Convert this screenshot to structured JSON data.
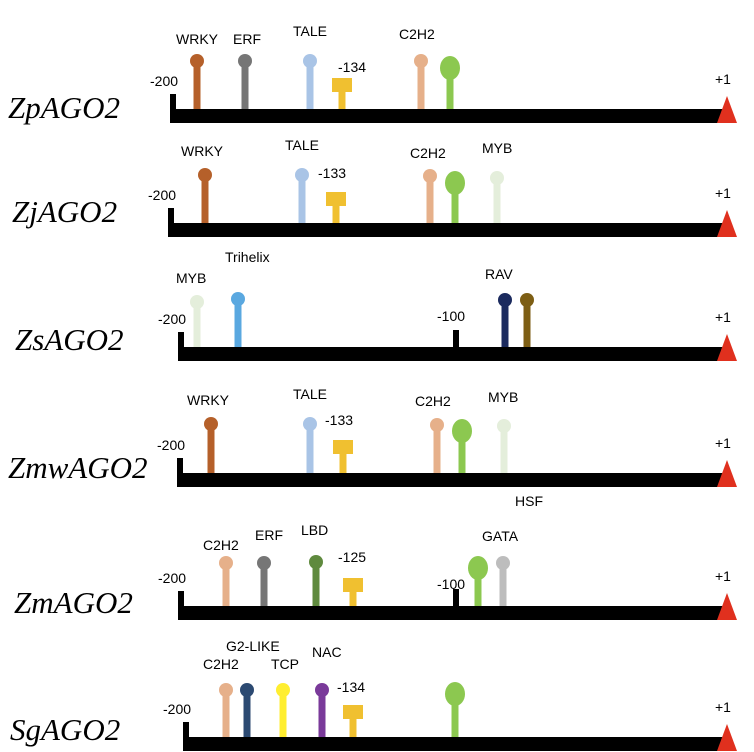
{
  "colors": {
    "WRKY": "#b5602a",
    "ERF": "#767676",
    "TALE": "#a9c4e6",
    "C2H2": "#e6b08a",
    "C2H2_alt": "#8cc850",
    "MYB": "#e4eedb",
    "Trihelix": "#5aa8e0",
    "RAV_dark": "#1b2a5e",
    "RAV_brown": "#7d5e14",
    "LBD": "#5f8a3e",
    "GATA_green": "#8cc850",
    "GATA_grey": "#bdbdbd",
    "G2LIKE": "#2c4a72",
    "TCP": "#ffee30",
    "NAC": "#7a3a9a",
    "tata_box": "#f0c030",
    "tss_marker": "#e0301e",
    "baseline": "#000000"
  },
  "tracks": [
    {
      "gene": "ZpAGO2",
      "left_mark": "-200",
      "tss_label": "+1",
      "elements": [
        {
          "type": "pin",
          "label": "WRKY",
          "color": "WRKY"
        },
        {
          "type": "pin",
          "label": "ERF",
          "color": "ERF"
        },
        {
          "type": "pin",
          "label": "TALE",
          "color": "TALE"
        },
        {
          "type": "tbox",
          "label": "-134"
        },
        {
          "type": "pin",
          "label": "C2H2",
          "color": "C2H2"
        },
        {
          "type": "pin",
          "label": "",
          "color": "C2H2_alt"
        }
      ]
    },
    {
      "gene": "ZjAGO2",
      "left_mark": "-200",
      "tss_label": "+1",
      "elements": [
        {
          "type": "pin",
          "label": "WRKY",
          "color": "WRKY"
        },
        {
          "type": "pin",
          "label": "TALE",
          "color": "TALE"
        },
        {
          "type": "tbox",
          "label": "-133"
        },
        {
          "type": "pin",
          "label": "C2H2",
          "color": "C2H2"
        },
        {
          "type": "pin",
          "label": "",
          "color": "C2H2_alt"
        },
        {
          "type": "pin",
          "label": "MYB",
          "color": "MYB"
        }
      ]
    },
    {
      "gene": "ZsAGO2",
      "left_mark": "-200",
      "mid_mark": "-100",
      "tss_label": "+1",
      "elements": [
        {
          "type": "pin",
          "label": "MYB",
          "color": "MYB"
        },
        {
          "type": "pin",
          "label": "Trihelix",
          "color": "Trihelix"
        },
        {
          "type": "pin",
          "label": "RAV",
          "color": "RAV_dark"
        },
        {
          "type": "pin",
          "label": "",
          "color": "RAV_brown"
        }
      ]
    },
    {
      "gene": "ZmwAGO2",
      "left_mark": "-200",
      "tss_label": "+1",
      "extra_label": "HSF",
      "elements": [
        {
          "type": "pin",
          "label": "WRKY",
          "color": "WRKY"
        },
        {
          "type": "pin",
          "label": "TALE",
          "color": "TALE"
        },
        {
          "type": "tbox",
          "label": "-133"
        },
        {
          "type": "pin",
          "label": "C2H2",
          "color": "C2H2"
        },
        {
          "type": "pin",
          "label": "",
          "color": "C2H2_alt"
        },
        {
          "type": "pin",
          "label": "MYB",
          "color": "MYB"
        }
      ]
    },
    {
      "gene": "ZmAGO2",
      "left_mark": "-200",
      "mid_mark": "-100",
      "tss_label": "+1",
      "elements": [
        {
          "type": "pin",
          "label": "C2H2",
          "color": "C2H2"
        },
        {
          "type": "pin",
          "label": "ERF",
          "color": "ERF"
        },
        {
          "type": "pin",
          "label": "LBD",
          "color": "LBD"
        },
        {
          "type": "tbox",
          "label": "-125"
        },
        {
          "type": "pin",
          "label": "",
          "color": "GATA_green"
        },
        {
          "type": "pin",
          "label": "GATA",
          "color": "GATA_grey"
        }
      ]
    },
    {
      "gene": "SgAGO2",
      "left_mark": "-200",
      "tss_label": "+1",
      "elements": [
        {
          "type": "pin",
          "label": "C2H2",
          "color": "C2H2"
        },
        {
          "type": "pin",
          "label": "G2-LIKE",
          "color": "G2LIKE"
        },
        {
          "type": "pin",
          "label": "TCP",
          "color": "TCP"
        },
        {
          "type": "pin",
          "label": "NAC",
          "color": "NAC"
        },
        {
          "type": "tbox",
          "label": "-134"
        },
        {
          "type": "pin",
          "label": "",
          "color": "C2H2_alt"
        }
      ]
    }
  ]
}
